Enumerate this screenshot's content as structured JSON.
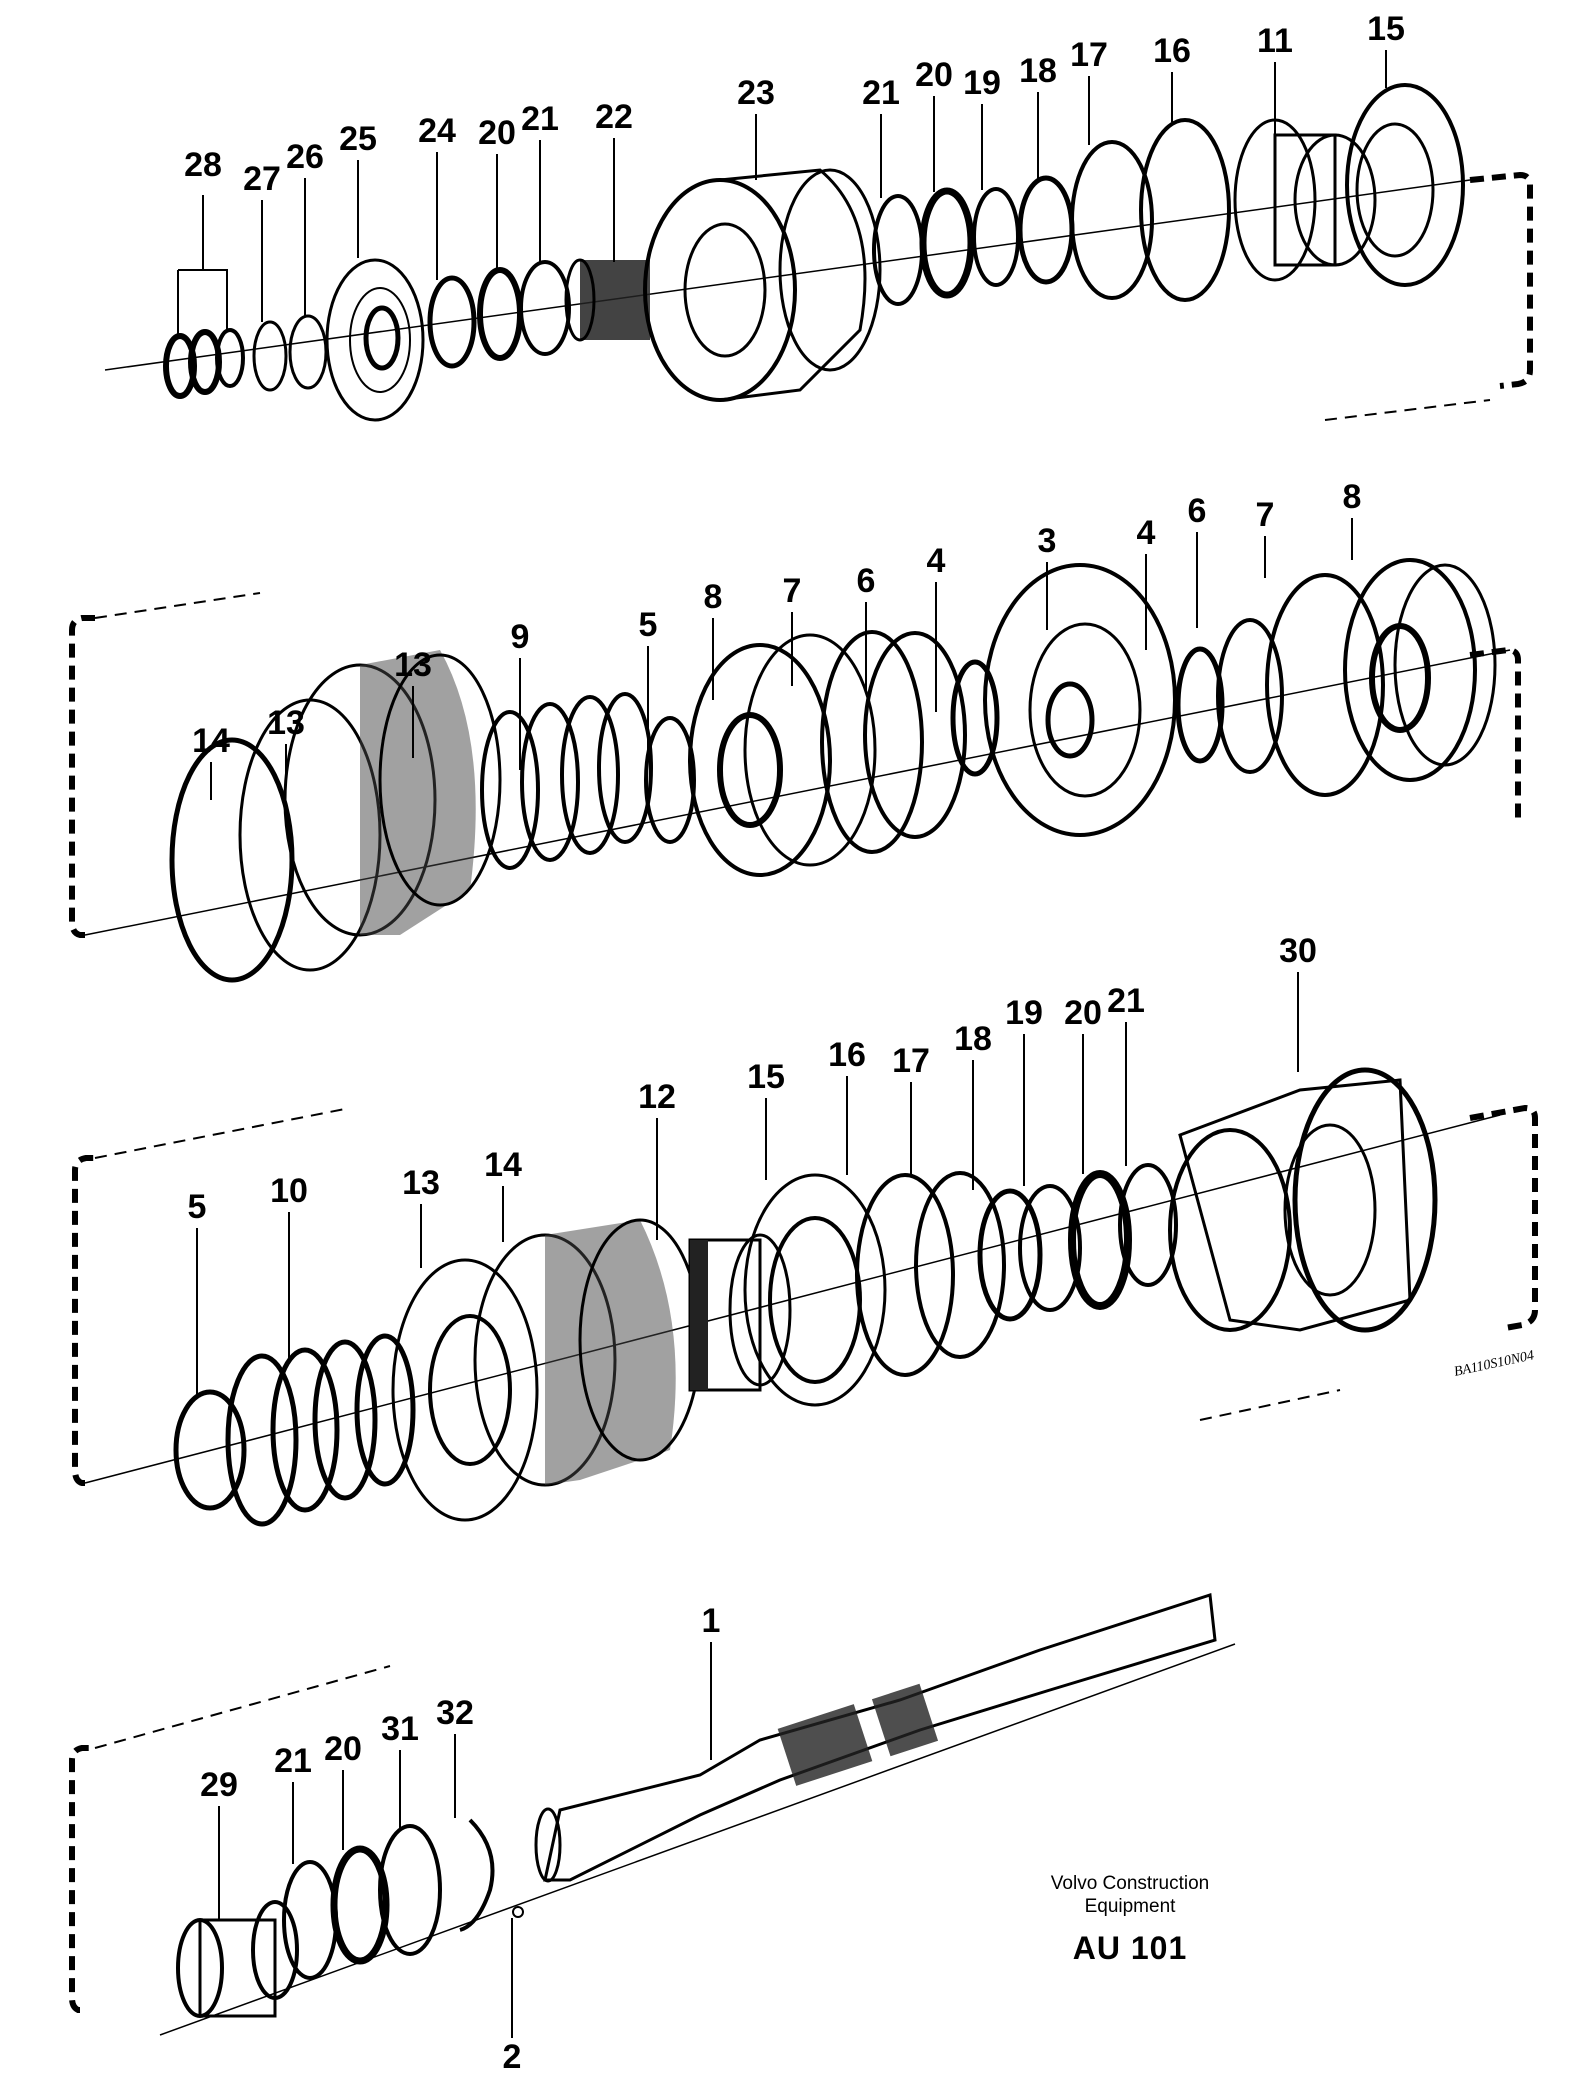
{
  "title_block": {
    "company_line1": "Volvo Construction",
    "company_line2": "Equipment",
    "code": "AU 101"
  },
  "drawing_stamp": "BA110S10N04",
  "rows": [
    {
      "id": "row1",
      "labels": [
        "28",
        "27",
        "26",
        "25",
        "24",
        "20",
        "21",
        "22",
        "23",
        "21",
        "20",
        "19",
        "18",
        "17",
        "16",
        "11",
        "15"
      ]
    },
    {
      "id": "row2",
      "labels": [
        "14",
        "13",
        "13",
        "9",
        "5",
        "8",
        "7",
        "6",
        "4",
        "3",
        "4",
        "6",
        "7",
        "8"
      ]
    },
    {
      "id": "row3",
      "labels": [
        "5",
        "10",
        "13",
        "14",
        "12",
        "15",
        "16",
        "17",
        "18",
        "19",
        "20",
        "21",
        "30"
      ]
    },
    {
      "id": "row4",
      "labels": [
        "29",
        "21",
        "20",
        "31",
        "32",
        "2",
        "1"
      ]
    }
  ]
}
